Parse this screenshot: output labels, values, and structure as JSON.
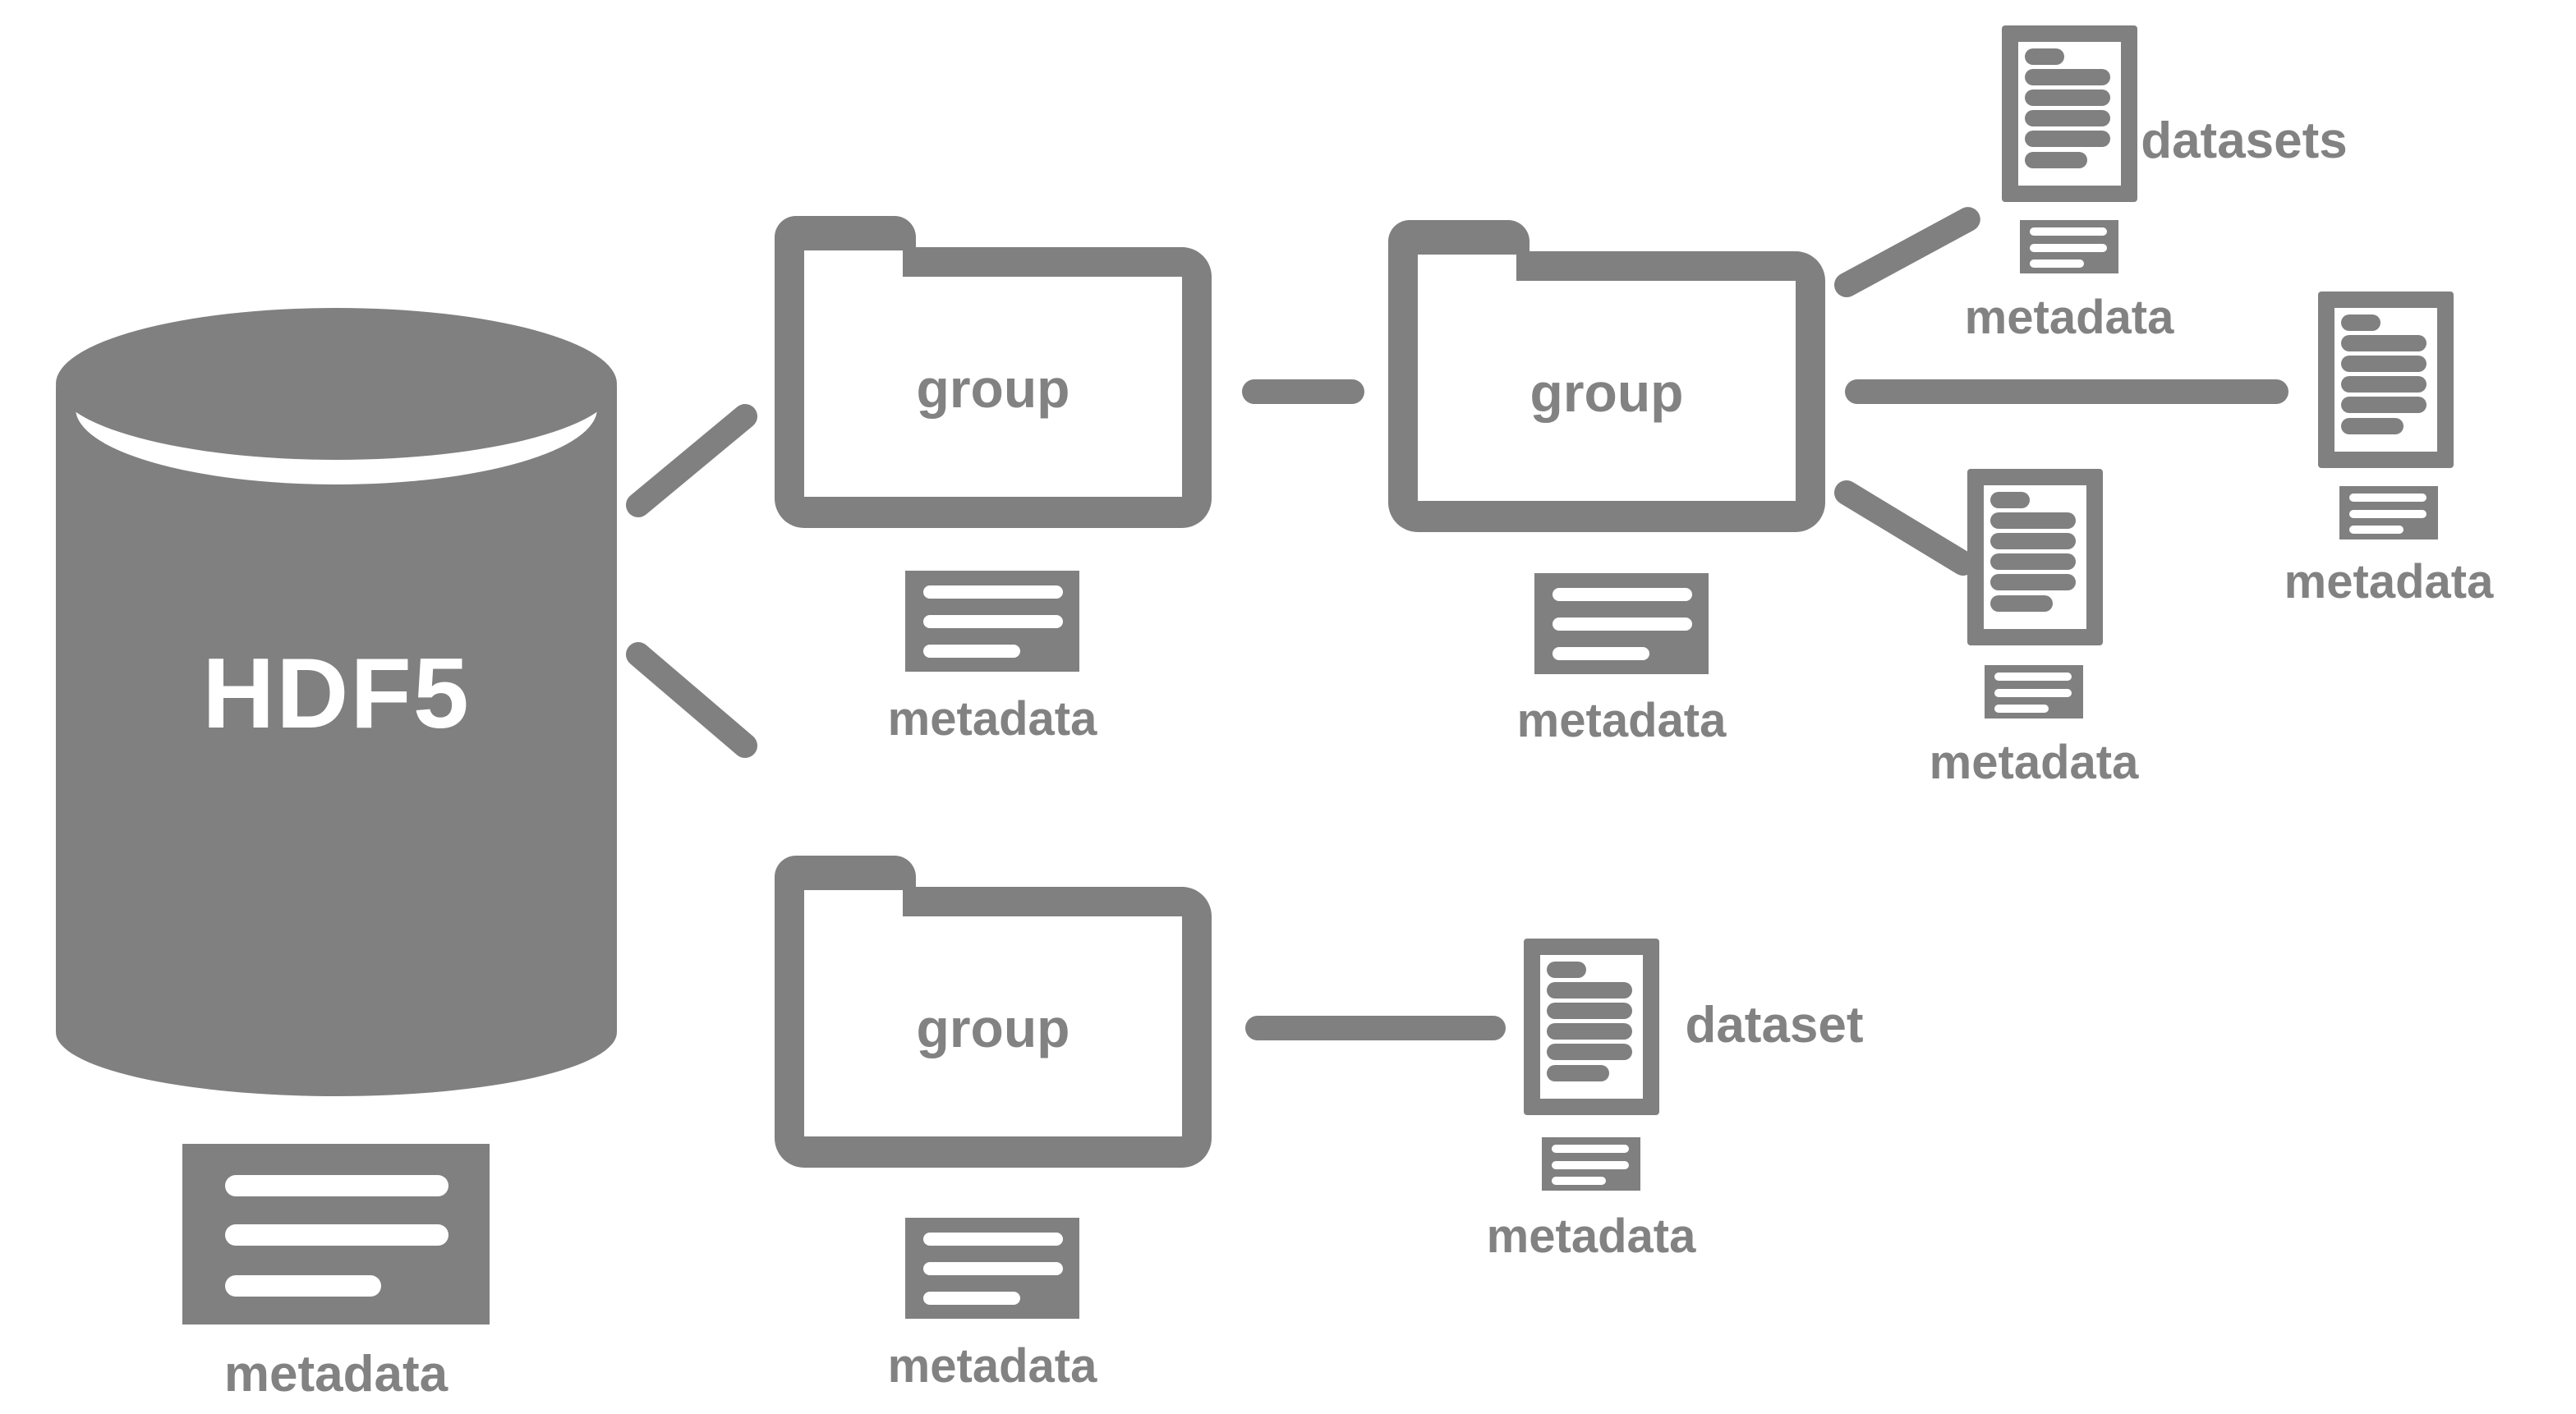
{
  "colors": {
    "shape_gray": "#808080",
    "label_gray": "#828282",
    "background": "#ffffff"
  },
  "cylinder": {
    "label": "HDF5",
    "metadata_label": "metadata"
  },
  "groups": [
    {
      "label": "group",
      "metadata_label": "metadata"
    },
    {
      "label": "group",
      "metadata_label": "metadata"
    },
    {
      "label": "group",
      "metadata_label": "metadata"
    }
  ],
  "datasets": {
    "plural_label": "datasets",
    "singular_label": "dataset",
    "items": [
      {
        "metadata_label": "metadata"
      },
      {
        "metadata_label": "metadata"
      },
      {
        "metadata_label": "metadata"
      },
      {
        "metadata_label": "metadata"
      }
    ]
  }
}
